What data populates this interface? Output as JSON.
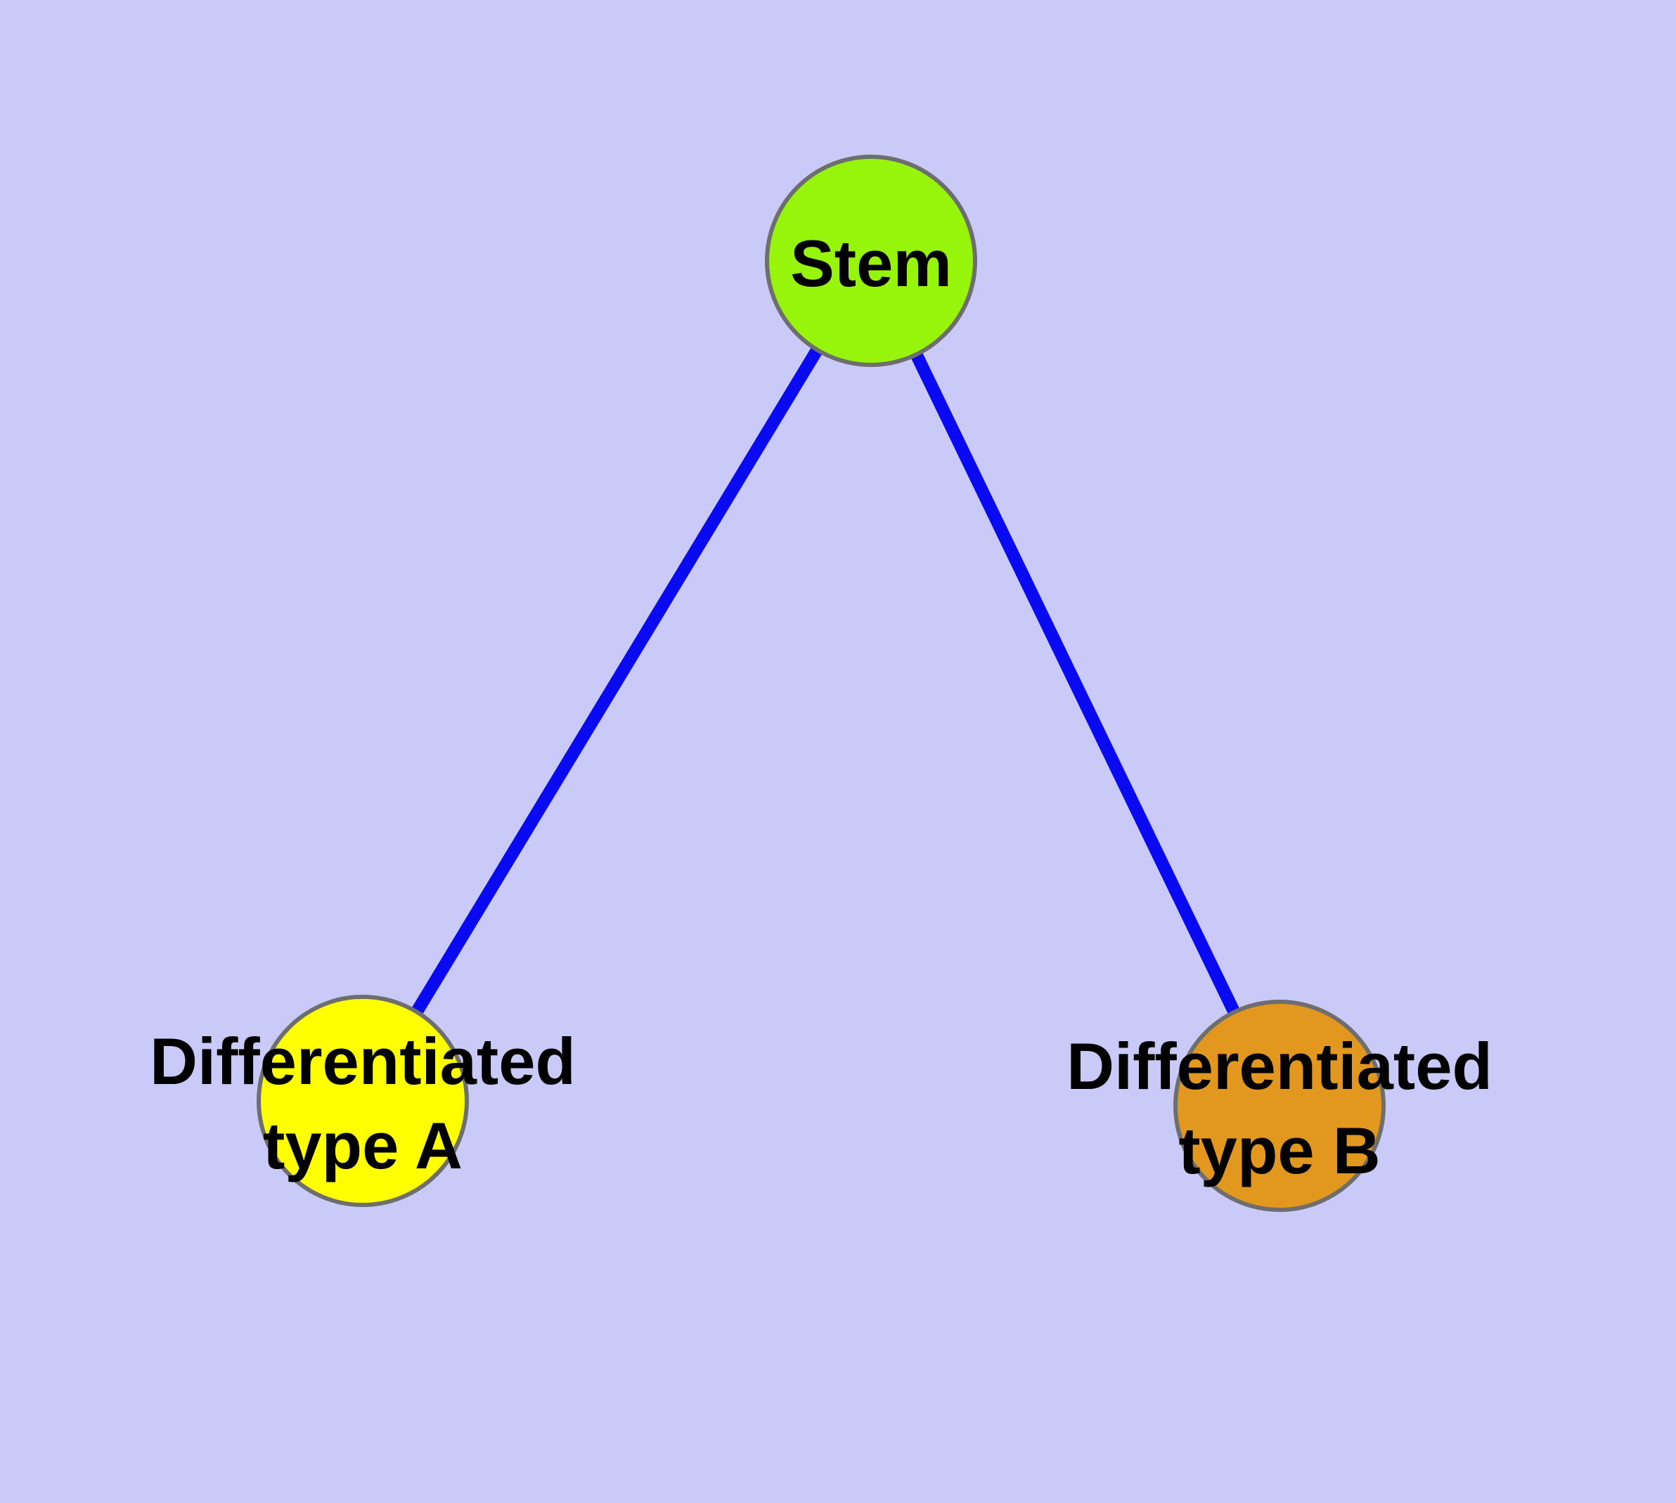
{
  "diagram": {
    "type": "graph",
    "background_color": "#CACAF8",
    "node_border_color": "#6E6E6E",
    "edge_color": "#0A0AF2",
    "text_color": "#000000",
    "nodes": [
      {
        "id": "stem",
        "label": "Stem",
        "line1": "Stem",
        "line2": "",
        "fill": "#96F50A"
      },
      {
        "id": "type-a",
        "label": "Differentiated type A",
        "line1": "Differentiated",
        "line2": "type A",
        "fill": "#FFFF00"
      },
      {
        "id": "type-b",
        "label": "Differentiated type B",
        "line1": "Differentiated",
        "line2": "type B",
        "fill": "#E2981F"
      }
    ],
    "edges": [
      {
        "from": "Stem",
        "to": "Differentiated type A"
      },
      {
        "from": "Stem",
        "to": "Differentiated type B"
      }
    ]
  }
}
